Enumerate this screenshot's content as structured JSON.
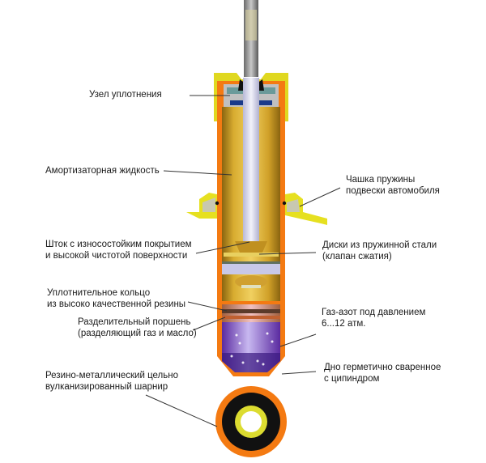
{
  "diagram": {
    "subject": "Газонаполненный амортизатор (разрез)",
    "colors": {
      "outer_tube": "#f47a12",
      "fluid": "#d4a82a",
      "rod": "#d8d8ee",
      "gas": "#7a4cc4",
      "spring_cup": "#e8e020",
      "eye_bushing": "#111111",
      "eye_sleeve": "#dcdc30"
    },
    "labels_left": [
      {
        "lines": [
          "Узел уплотнения"
        ]
      },
      {
        "lines": [
          "Амортизаторная жидкость"
        ]
      },
      {
        "lines": [
          "Шток с износостойким покрытием",
          "и высокой чистотой поверхности"
        ]
      },
      {
        "lines": [
          "Уплотнительное кольцо",
          "из высоко качественной резины"
        ]
      },
      {
        "lines": [
          "Разделительный поршень",
          "(разделяющий газ и масло)"
        ]
      },
      {
        "lines": [
          "Резино-металлический цельно",
          "вулканизированный шарнир"
        ]
      }
    ],
    "labels_right": [
      {
        "lines": [
          "Чашка пружины",
          "подвески автомобиля"
        ]
      },
      {
        "lines": [
          "Диски из пружинной стали",
          "(клапан сжатия)"
        ]
      },
      {
        "lines": [
          "Газ-азот под давлением",
          "6...12 атм."
        ]
      },
      {
        "lines": [
          "Дно герметично сваренное",
          "с ципиндром"
        ]
      }
    ]
  }
}
